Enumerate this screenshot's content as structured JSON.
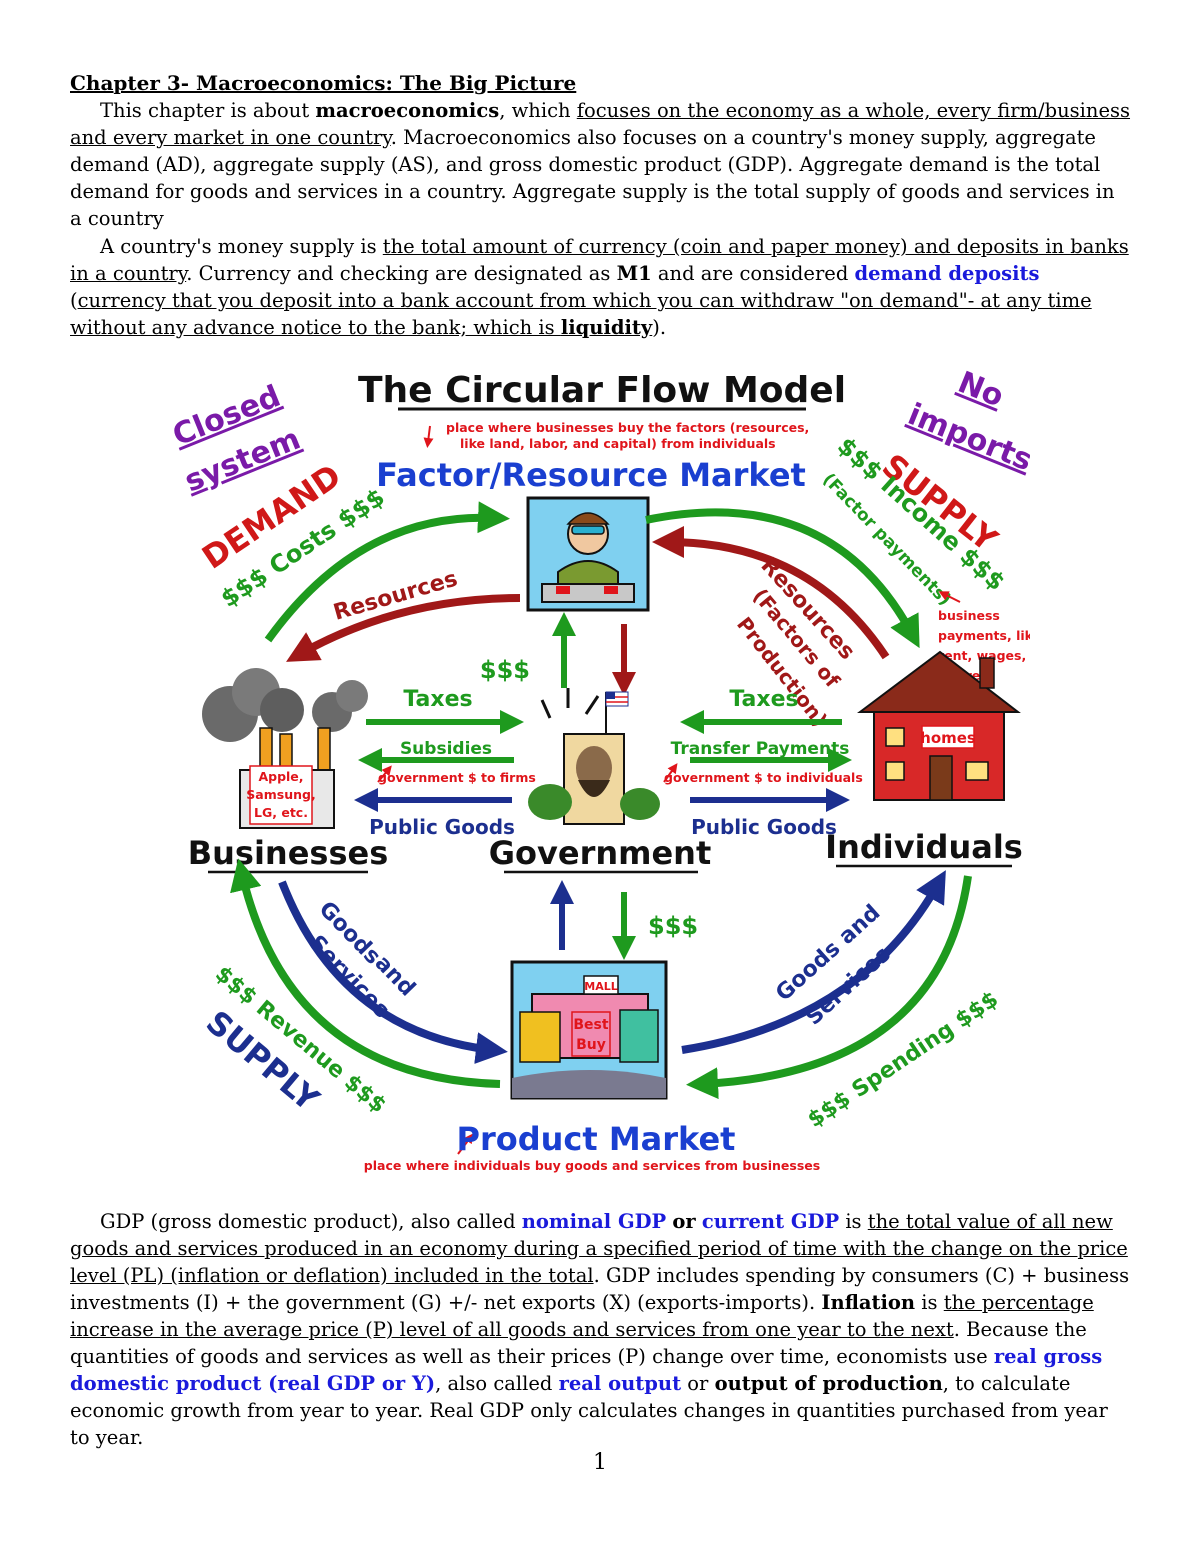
{
  "heading": "Chapter 3- Macroeconomics: The Big Picture",
  "para1": {
    "t1": "This chapter is about ",
    "b1": "macroeconomics",
    "t2": ", which ",
    "u1": "focuses on the economy as a whole, every firm/business and every market in one country",
    "t3": ".  Macroeconomics also focuses on a country's money supply, aggregate demand (AD), aggregate supply (AS), and gross domestic product (GDP).  Aggregate demand is the total demand for goods and services in a country.  Aggregate supply is the total supply of goods and services in a country"
  },
  "para2": {
    "t1": "A country's money supply is ",
    "u1": "the total amount of currency (coin and paper money) and deposits in banks in a country",
    "t2": ".  Currency and checking are designated as ",
    "b1": "M1",
    "t3": " and are considered ",
    "blue1": "demand deposits",
    "t4": " (",
    "u2": "currency that you deposit into a bank account from which you can withdraw \"on demand\"- at any time without any advance notice to the bank; which is ",
    "ub": "liquidity",
    "t5": ")."
  },
  "diagram": {
    "title": "The Circular Flow Model",
    "closed": [
      "Closed",
      "system"
    ],
    "no_imports": [
      "No",
      "imports"
    ],
    "factor_note": [
      "place where businesses buy the factors (resources,",
      "like land, labor, and capital) from individuals"
    ],
    "factor_market": "Factor/Resource Market",
    "demand": "DEMAND",
    "costs": "$$$ Costs $$$",
    "resources_left": "Resources",
    "supply_top": "SUPPLY",
    "income": "$$$ Income $$$",
    "factor_payments": "(Factor payments)",
    "business_note": [
      "business",
      "payments, like",
      "rent, wages,",
      "interest"
    ],
    "resources_right": [
      "Resources",
      "(Factors of",
      "Production)"
    ],
    "gov_money_up": "$$$",
    "taxes_left": "Taxes",
    "subsidies": "Subsidies",
    "subsidies_note": "government $ to firms",
    "public_goods_left": "Public Goods",
    "taxes_right": "Taxes",
    "transfer": "Transfer Payments",
    "transfer_note": "government $ to individuals",
    "public_goods_right": "Public Goods",
    "businesses": "Businesses",
    "business_examples": [
      "Apple,",
      "Samsung,",
      "LG, etc."
    ],
    "government": "Government",
    "individuals": "Individuals",
    "homes": "homes",
    "goods_left": [
      "Goods",
      "and",
      "Services"
    ],
    "goods_right": [
      "Goods and",
      "Services"
    ],
    "gov_money_down": "$$$",
    "revenue": "$$$ Revenue $$$",
    "supply_bottom": "SUPPLY",
    "spending": "$$$ Spending $$$",
    "store": [
      "Best",
      "Buy"
    ],
    "mall": "MALL",
    "product_market": "Product Market",
    "product_note": "place where individuals buy goods and services from businesses",
    "colors": {
      "green": "#1e9a1e",
      "darkred": "#a01818",
      "navy": "#1c2f8f",
      "blue": "#1a3fd0",
      "purple": "#7a1aa8",
      "red": "#e0151b"
    }
  },
  "para3": {
    "t1": "GDP (gross domestic product), also called ",
    "blue1": "nominal GDP",
    "t2": " ",
    "b1": "or",
    "t3": " ",
    "blue2": "current GDP",
    "t4": " is ",
    "u1": "the total value of all new goods and services produced in an economy during a specified period of time with the change on the price level (PL) (inflation or deflation) included in the total",
    "t5": ".  GDP includes spending by consumers (C) + business investments (I) + the government (G) +/- net exports (X) (exports-imports).  ",
    "b2": "Inflation",
    "t6": " is ",
    "u2": "the percentage increase in the average price (P) level of all goods and services from one year to the next",
    "t7": ".  Because the quantities of goods and services as well as their prices (P) change over time, economists use ",
    "blue3": "real gross domestic product (real GDP or Y)",
    "t8": ", also called ",
    "blue4": "real output",
    "t9": " or ",
    "b3": "output of production",
    "t10": ", to calculate economic growth from year to year.  Real GDP only calculates changes in quantities purchased from year to year."
  },
  "page_number": "1"
}
